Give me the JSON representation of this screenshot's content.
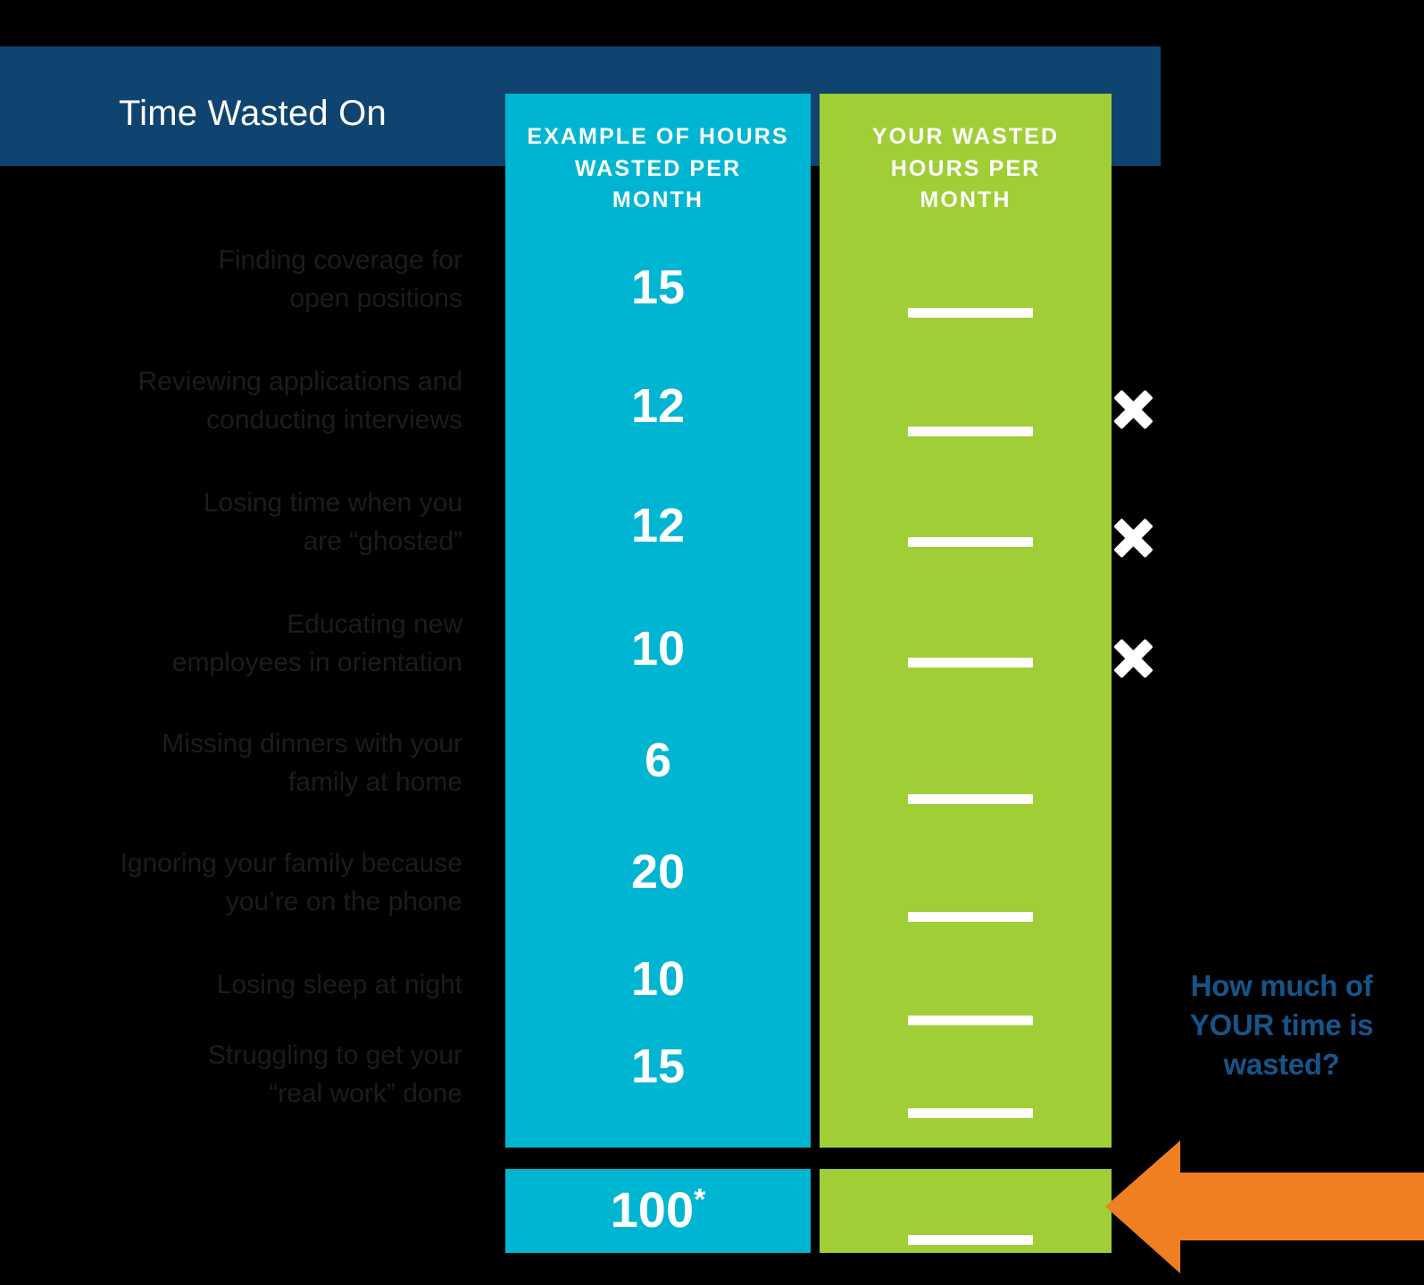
{
  "header": {
    "title": "Time Wasted On",
    "background_color": "#0F4470"
  },
  "columns": {
    "example": {
      "heading": "EXAMPLE OF HOURS WASTED PER MONTH",
      "color": "#00B5D1"
    },
    "yours": {
      "heading": "YOUR WASTED HOURS PER MONTH",
      "color": "#A0CE37"
    }
  },
  "rows": [
    {
      "label_line1": "Finding coverage for",
      "label_line2": "open positions",
      "example_hours": "15",
      "your_hours": ""
    },
    {
      "label_line1": "Reviewing applications and",
      "label_line2": "conducting interviews",
      "example_hours": "12",
      "your_hours": ""
    },
    {
      "label_line1": "Losing time when you",
      "label_line2": "are “ghosted”",
      "example_hours": "12",
      "your_hours": ""
    },
    {
      "label_line1": "Educating new",
      "label_line2": "employees in orientation",
      "example_hours": "10",
      "your_hours": ""
    },
    {
      "label_line1": "Missing dinners with your",
      "label_line2": "family at home",
      "example_hours": "6",
      "your_hours": ""
    },
    {
      "label_line1": "Ignoring your family because",
      "label_line2": "you’re on the phone",
      "example_hours": "20",
      "your_hours": ""
    },
    {
      "label_line1": "Losing sleep at night",
      "label_line2": "",
      "example_hours": "10",
      "your_hours": ""
    },
    {
      "label_line1": "Struggling to get your",
      "label_line2": "“real work” done",
      "example_hours": "15",
      "your_hours": ""
    }
  ],
  "total": {
    "example_total": "100",
    "example_total_footnote": "*",
    "your_total": ""
  },
  "callout": {
    "line1": "How much of",
    "line2": "YOUR time is",
    "line3": "wasted?",
    "color": "#16548A",
    "arrow_color": "#F07F22",
    "arrow_direction": "left"
  },
  "marks": {
    "symbol": "✕",
    "color": "#FFFFFF",
    "count": 3
  },
  "chart_data": {
    "type": "table",
    "title": "Time Wasted On",
    "categories": [
      "Finding coverage for open positions",
      "Reviewing applications and conducting interviews",
      "Losing time when you are “ghosted”",
      "Educating new employees in orientation",
      "Missing dinners with your family at home",
      "Ignoring your family because you’re on the phone",
      "Losing sleep at night",
      "Struggling to get your “real work” done"
    ],
    "series": [
      {
        "name": "EXAMPLE OF HOURS WASTED PER MONTH",
        "values": [
          15,
          12,
          12,
          10,
          6,
          20,
          10,
          15
        ],
        "total": 100
      },
      {
        "name": "YOUR WASTED HOURS PER MONTH",
        "values": [
          null,
          null,
          null,
          null,
          null,
          null,
          null,
          null
        ],
        "total": null
      }
    ],
    "xlabel": "",
    "ylabel": "Hours wasted per month",
    "grid": false,
    "legend": "column-headers"
  }
}
